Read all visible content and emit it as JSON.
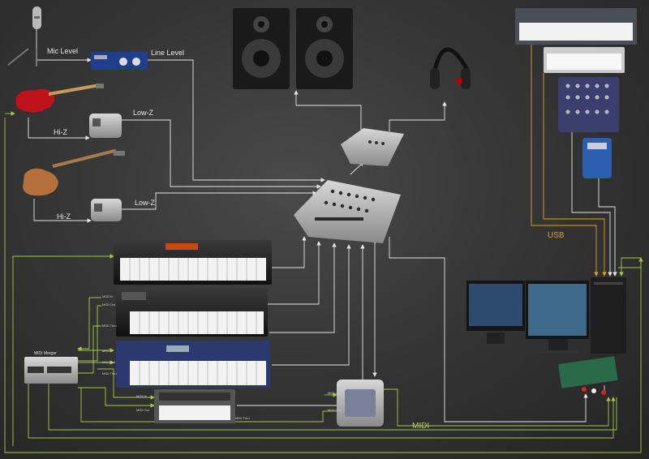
{
  "labels": {
    "mic_level": "Mic Level",
    "line_level": "Line Level",
    "low_z_1": "Low-Z",
    "hi_z_1": "Hi-Z",
    "low_z_2": "Low-Z",
    "hi_z_2": "Hi-Z",
    "usb": "USB",
    "midi": "MIDI",
    "midi_merger": "MIDI Merger"
  },
  "midi_ports": {
    "in": "MIDI In",
    "out": "MIDI Out",
    "thru": "MIDI Thru"
  },
  "colors": {
    "audio_line": "#e6e6e6",
    "usb_line": "#e0a020",
    "midi_line": "#a8c840"
  }
}
